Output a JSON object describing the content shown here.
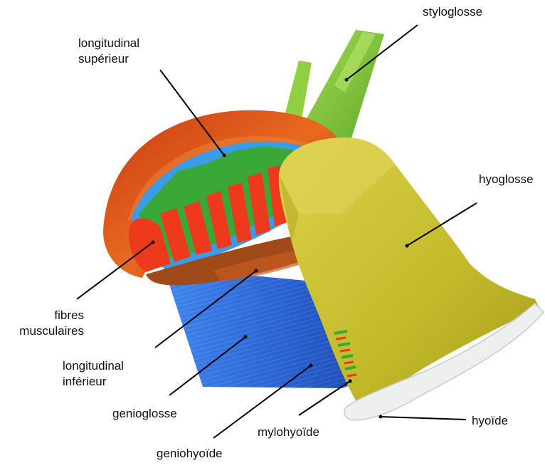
{
  "labels": {
    "styloglosse": "styloglosse",
    "longitudinal_superieur": [
      "longitudinal",
      "supérieur"
    ],
    "hyoglosse": "hyoglosse",
    "fibres_musculaires": [
      "fibres",
      "musculaires"
    ],
    "longitudinal_inferieur": [
      "longitudinal",
      "inférieur"
    ],
    "genioglosse": "genioglosse",
    "mylohyoide": "mylohyoïde",
    "hyoide": "hyoïde",
    "geniohyoide": "geniohyoïde"
  },
  "colors": {
    "styloglosse": "#7cc63a",
    "longitudinal_superieur": "#d6491b",
    "fibres": "#ee3a1c",
    "fiber_green": "#3aa838",
    "fiber_blue": "#2f8fe6",
    "hyoglosse": "#c7c02a",
    "genioglosse": "#2d6fe0",
    "hyoide": "#eef0f0",
    "leader": "#000000"
  }
}
